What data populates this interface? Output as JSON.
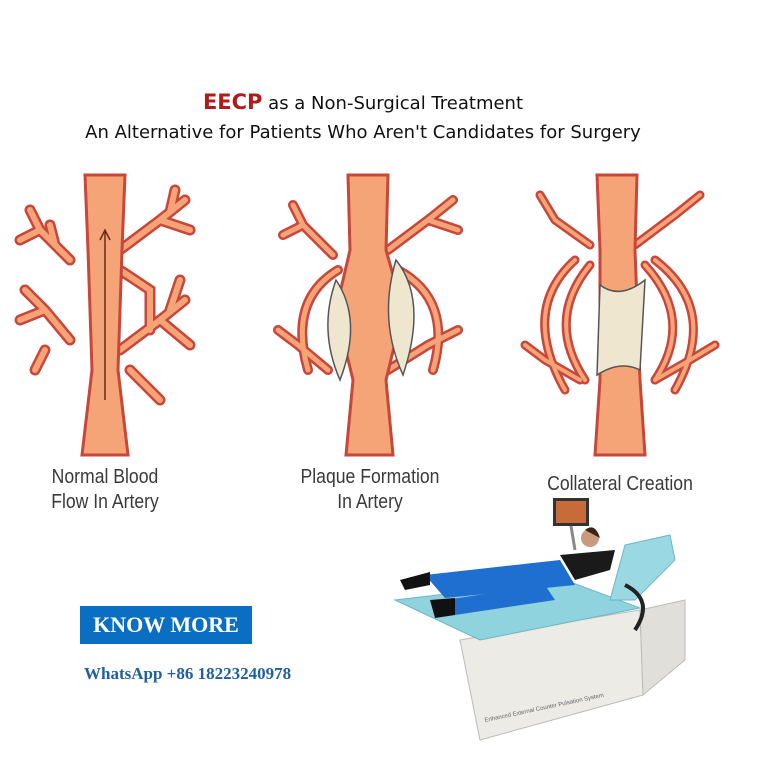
{
  "header": {
    "brand": "EECP",
    "title_rest": " as a Non-Surgical Treatment",
    "subtitle": "An Alternative for Patients Who Aren't Candidates for Surgery"
  },
  "diagrams": [
    {
      "line1": "Normal Blood",
      "line2": "Flow In Artery"
    },
    {
      "line1": "Plaque Formation",
      "line2": "In Artery"
    },
    {
      "line1": "Collateral Creation",
      "line2": ""
    }
  ],
  "cta": {
    "label": "KNOW MORE"
  },
  "contact": {
    "whatsapp": "WhatsApp +86 18223240978"
  },
  "device": {
    "label": "Enhanced External Counter Pulsation System"
  },
  "colors": {
    "brand": "#b01c1c",
    "button": "#0a6fc2",
    "artery_fill": "#f4a477",
    "artery_outline": "#c8463a",
    "plaque": "#efe6cf"
  }
}
